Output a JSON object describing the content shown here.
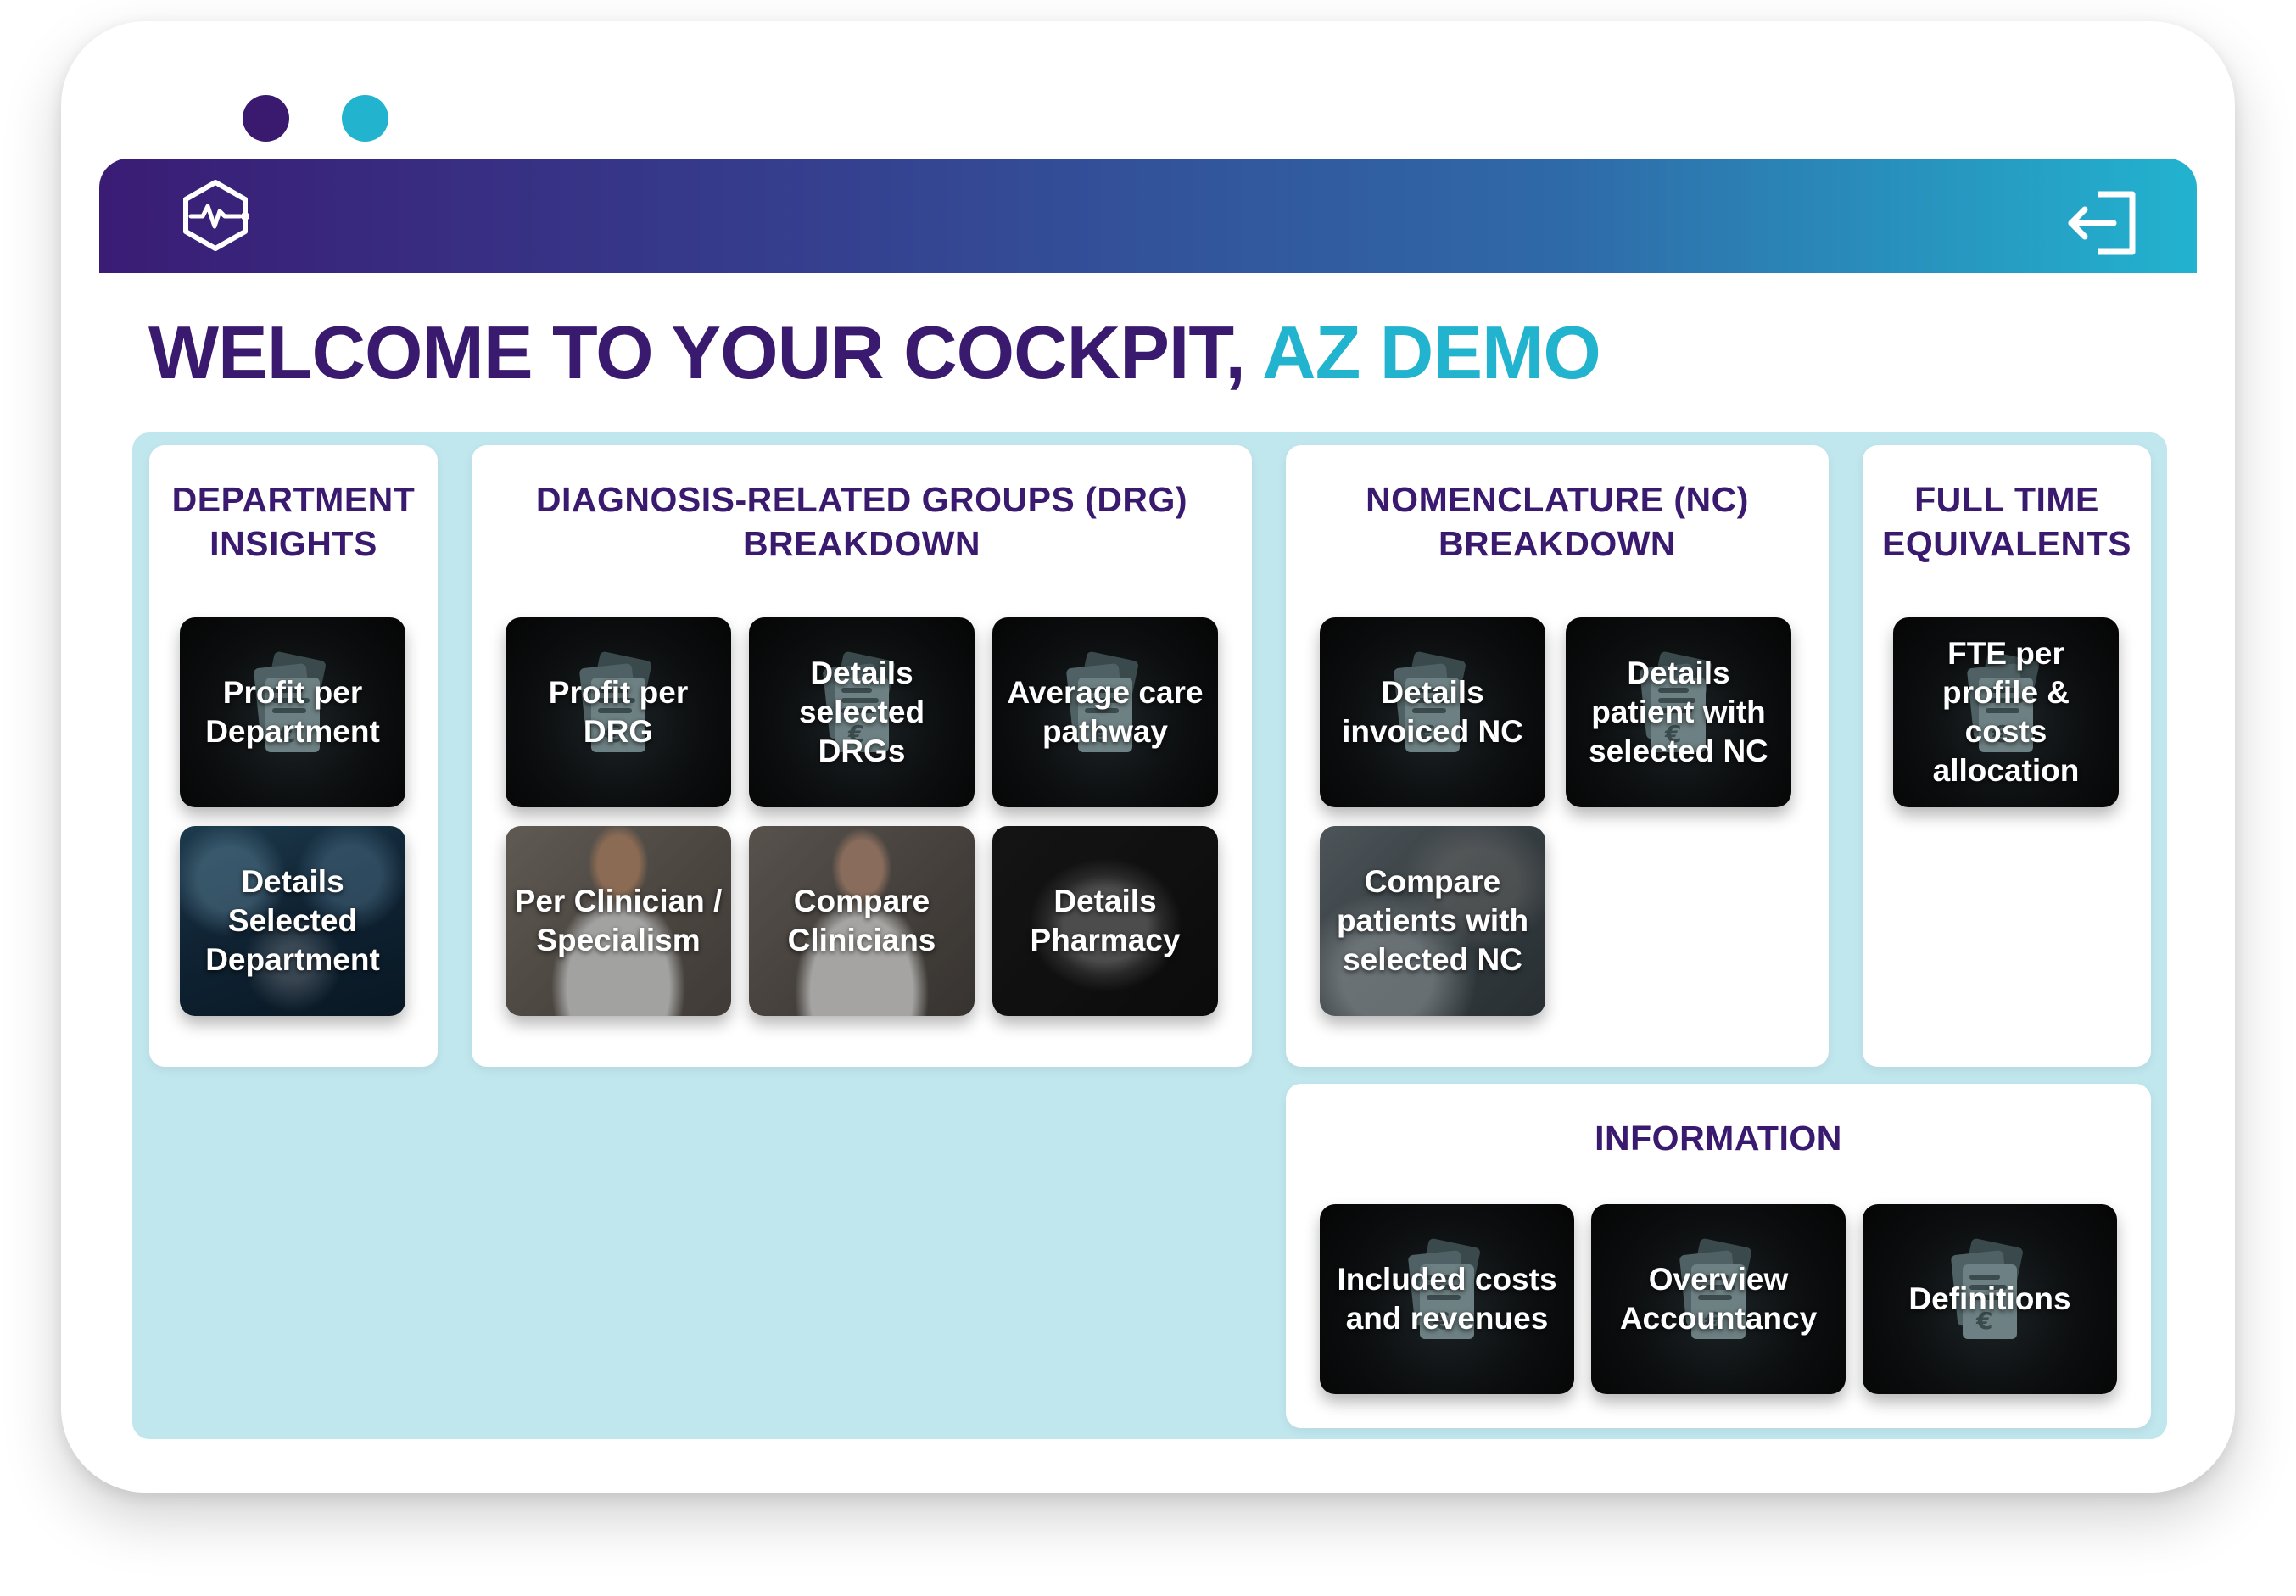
{
  "header": {
    "logo_icon": "heartbeat-hexagon-icon",
    "logout_icon": "logout-icon"
  },
  "title": {
    "main": "WELCOME TO YOUR COCKPIT,",
    "user": "AZ DEMO"
  },
  "colors": {
    "primary": "#3a1a6e",
    "accent": "#22b3cf",
    "dashboard_bg": "#c0e6ee"
  },
  "panels": {
    "department": {
      "title": "DEPARTMENT INSIGHTS",
      "tiles": [
        "Profit per Department",
        "Details Selected Department"
      ]
    },
    "drg": {
      "title": "DIAGNOSIS-RELATED GROUPS (DRG) BREAKDOWN",
      "tiles": [
        "Profit per DRG",
        "Details selected DRGs",
        "Average care pathway",
        "Per Clinician / Specialism",
        "Compare Clinicians",
        "Details Pharmacy"
      ]
    },
    "nc": {
      "title": "NOMENCLATURE (NC) BREAKDOWN",
      "tiles": [
        "Details invoiced NC",
        "Details patient with selected NC",
        "Compare patients with selected NC"
      ]
    },
    "fte": {
      "title": "FULL TIME EQUIVALENTS",
      "tiles": [
        "FTE per profile & costs allocation"
      ]
    },
    "information": {
      "title": "INFORMATION",
      "tiles": [
        "Included costs and revenues",
        "Overview Accountancy",
        "Definitions"
      ]
    }
  }
}
